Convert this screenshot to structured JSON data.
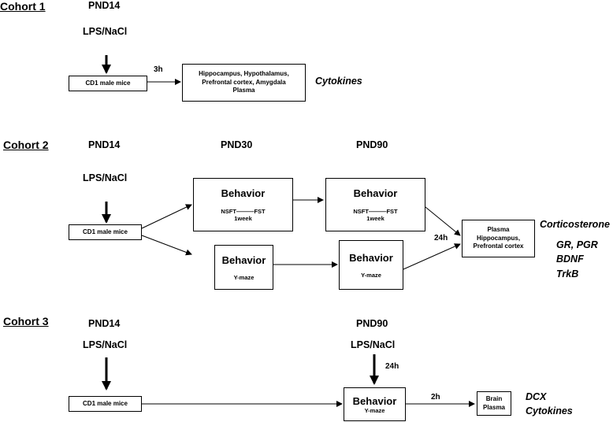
{
  "cohort1": {
    "title": "Cohort 1",
    "pnd14": "PND14",
    "lps": "LPS/NaCl",
    "mice": "CD1 male mice",
    "time": "3h",
    "tissues_l1": "Hippocampus, Hypothalamus,",
    "tissues_l2": "Prefrontal cortex, Amygdala",
    "tissues_l3": "Plasma",
    "readout": "Cytokines"
  },
  "cohort2": {
    "title": "Cohort 2",
    "pnd14": "PND14",
    "pnd30": "PND30",
    "pnd90": "PND90",
    "lps": "LPS/NaCl",
    "mice": "CD1 male mice",
    "beh_title": "Behavior",
    "nsft_fst": "NSFT———FST",
    "week": "1week",
    "ymaze": "Y-maze",
    "time": "24h",
    "tissues_l1": "Plasma",
    "tissues_l2": "Hippocampus,",
    "tissues_l3": "Prefrontal cortex",
    "readout1": "Corticosterone",
    "readout2": "GR, PGR",
    "readout3": "BDNF",
    "readout4": "TrkB"
  },
  "cohort3": {
    "title": "Cohort 3",
    "pnd14": "PND14",
    "pnd90": "PND90",
    "lps1": "LPS/NaCl",
    "lps2": "LPS/NaCl",
    "mice": "CD1 male mice",
    "time1": "24h",
    "beh_title": "Behavior",
    "ymaze": "Y-maze",
    "time2": "2h",
    "tissue_l1": "Brain",
    "tissue_l2": "Plasma",
    "readout1": "DCX",
    "readout2": "Cytokines"
  }
}
